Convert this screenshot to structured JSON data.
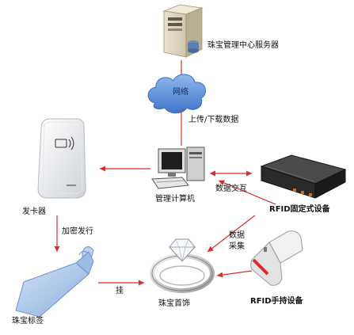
{
  "labels": {
    "server": "珠宝管理中心服务器",
    "network": "网络",
    "upload_download": "上传/下载数据",
    "card_issuer": "发卡器",
    "encrypt_issue": "加密发行",
    "management_pc": "管理计算机",
    "data_exchange": "数据交互",
    "rfid_fixed": "RFID固定式设备",
    "data_collect_line1": "数据",
    "data_collect_line2": "采集",
    "jewelry_tag": "珠宝标签",
    "hang": "挂",
    "jewelry": "珠宝首饰",
    "rfid_handheld": "RFID手持设备"
  },
  "colors": {
    "arrow": "#d32f2f",
    "cloud": "#5b8fd6",
    "tag": "#a9c6ea",
    "device_dark": "#2a2a2a"
  },
  "icons": {
    "server": "server-tower-icon",
    "network": "cloud-icon",
    "card_issuer": "rfid-card-reader-icon",
    "computer": "desktop-computer-icon",
    "rfid_fixed": "rfid-fixed-reader-icon",
    "jewelry_tag": "jewelry-tag-icon",
    "jewelry": "diamond-ring-icon",
    "rfid_handheld": "rfid-handheld-scanner-icon"
  }
}
